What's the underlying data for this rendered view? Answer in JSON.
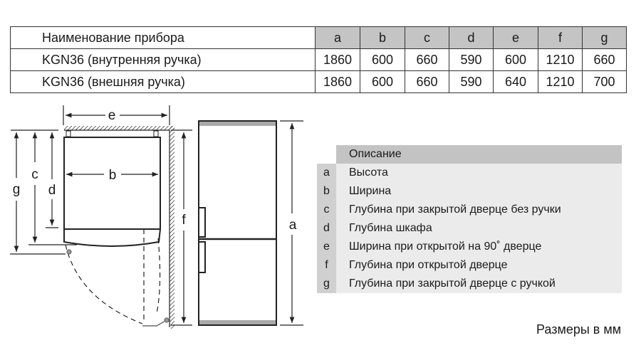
{
  "table": {
    "header": {
      "name": "Наименование прибора",
      "cols": [
        "a",
        "b",
        "c",
        "d",
        "e",
        "f",
        "g"
      ]
    },
    "rows": [
      {
        "name": "KGN36 (внутренняя ручка)",
        "values": [
          "1860",
          "600",
          "660",
          "590",
          "600",
          "1210",
          "660"
        ]
      },
      {
        "name": "KGN36 (внешняя ручка)",
        "values": [
          "1860",
          "600",
          "660",
          "590",
          "640",
          "1210",
          "700"
        ]
      }
    ]
  },
  "diagram": {
    "labels": {
      "a": "a",
      "b": "b",
      "c": "c",
      "d": "d",
      "e": "e",
      "f": "f",
      "g": "g"
    }
  },
  "legend": {
    "header": "Описание",
    "items": [
      {
        "key": "a",
        "desc": "Высота"
      },
      {
        "key": "b",
        "desc": "Ширина"
      },
      {
        "key": "c",
        "desc": "Глубина при закрытой дверце без ручки"
      },
      {
        "key": "d",
        "desc": "Глубина шкафа"
      },
      {
        "key": "e",
        "desc": "Ширина при открытой на 90˚ дверце"
      },
      {
        "key": "f",
        "desc": "Глубина при открытой дверце"
      },
      {
        "key": "g",
        "desc": "Глубина при закрытой дверце с ручкой"
      }
    ]
  },
  "footer": "Размеры в мм"
}
